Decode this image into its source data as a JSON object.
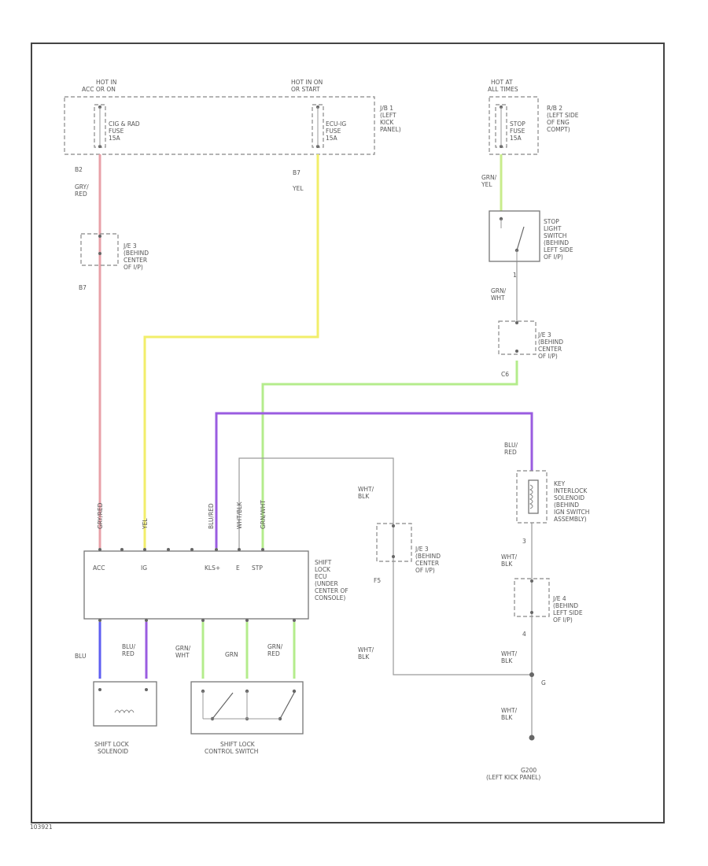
{
  "labels": {
    "hot_in_acc": [
      "HOT IN",
      "ACC OR ON"
    ],
    "hot_in_on": [
      "HOT IN ON",
      "OR START"
    ],
    "hot_at_all": [
      "HOT AT",
      "ALL TIMES"
    ],
    "fuse_cig": [
      "CIG & RAD",
      "FUSE",
      "15A"
    ],
    "fuse_ecu": [
      "ECU-IG",
      "FUSE",
      "15A"
    ],
    "fuse_stop": [
      "STOP",
      "FUSE",
      "15A"
    ],
    "jb1": [
      "J/B 1",
      "(LEFT",
      "KICK",
      "PANEL)"
    ],
    "rb2": [
      "R/B 2",
      "(LEFT SIDE",
      "OF ENG",
      "COMPT)"
    ],
    "je3": [
      "J/E 3",
      "(BEHIND",
      "CENTER",
      "OF I/P)"
    ],
    "je4": [
      "J/E 4",
      "(BEHIND",
      "LEFT SIDE",
      "OF I/P)"
    ],
    "stop_sw": [
      "STOP",
      "LIGHT",
      "SWITCH",
      "(BEHIND",
      "LEFT SIDE",
      "OF I/P)"
    ],
    "key_solenoid": [
      "KEY",
      "INTERLOCK",
      "SOLENOID",
      "(BEHIND",
      "IGN SWITCH",
      "ASSEMBLY)"
    ],
    "ecu": [
      "SHIFT",
      "LOCK",
      "ECU",
      "(UNDER",
      "CENTER OF",
      "CONSOLE)"
    ],
    "ecu_pins": [
      "ACC",
      "IG",
      "KLS+",
      "E",
      "STP"
    ],
    "ecu_top_wires": [
      "GRY/RED",
      "YEL",
      "BLU/RED",
      "WHT/BLK",
      "GRN/WHT"
    ],
    "wire_gry_red": [
      "GRY/",
      "RED"
    ],
    "wire_yel": "YEL",
    "wire_grn_yel": [
      "GRN/",
      "YEL"
    ],
    "wire_grn_wht": [
      "GRN/",
      "WHT"
    ],
    "wire_blu_red": [
      "BLU/",
      "RED"
    ],
    "wire_wht_blk": [
      "WHT/",
      "BLK"
    ],
    "wire_blu": "BLU",
    "wire_grn": "GRN",
    "wire_grn_red": [
      "GRN/",
      "RED"
    ],
    "conn_b2": "B2",
    "conn_b7a": "B7",
    "conn_b7b": "B7",
    "conn_c6": "C6",
    "conn_f5": "F5",
    "pin_1": "1",
    "pin_3": "3",
    "pin_4": "4",
    "pin_g": "G",
    "shift_solenoid": [
      "SHIFT LOCK",
      "SOLENOID"
    ],
    "control_switch": [
      "SHIFT LOCK",
      "CONTROL SWITCH"
    ],
    "ground": [
      "G200",
      "(LEFT KICK PANEL)"
    ],
    "footer_code": "103921"
  },
  "colors": {
    "gry_red": "#e8a0a8",
    "yel": "#f2ee6a",
    "grn": "#b4ec8c",
    "blu_red": "#9a5ce0",
    "blu": "#5e5ef2",
    "grn_yel": "#c8ec8c",
    "grn_wht": "#b4ec8c"
  }
}
